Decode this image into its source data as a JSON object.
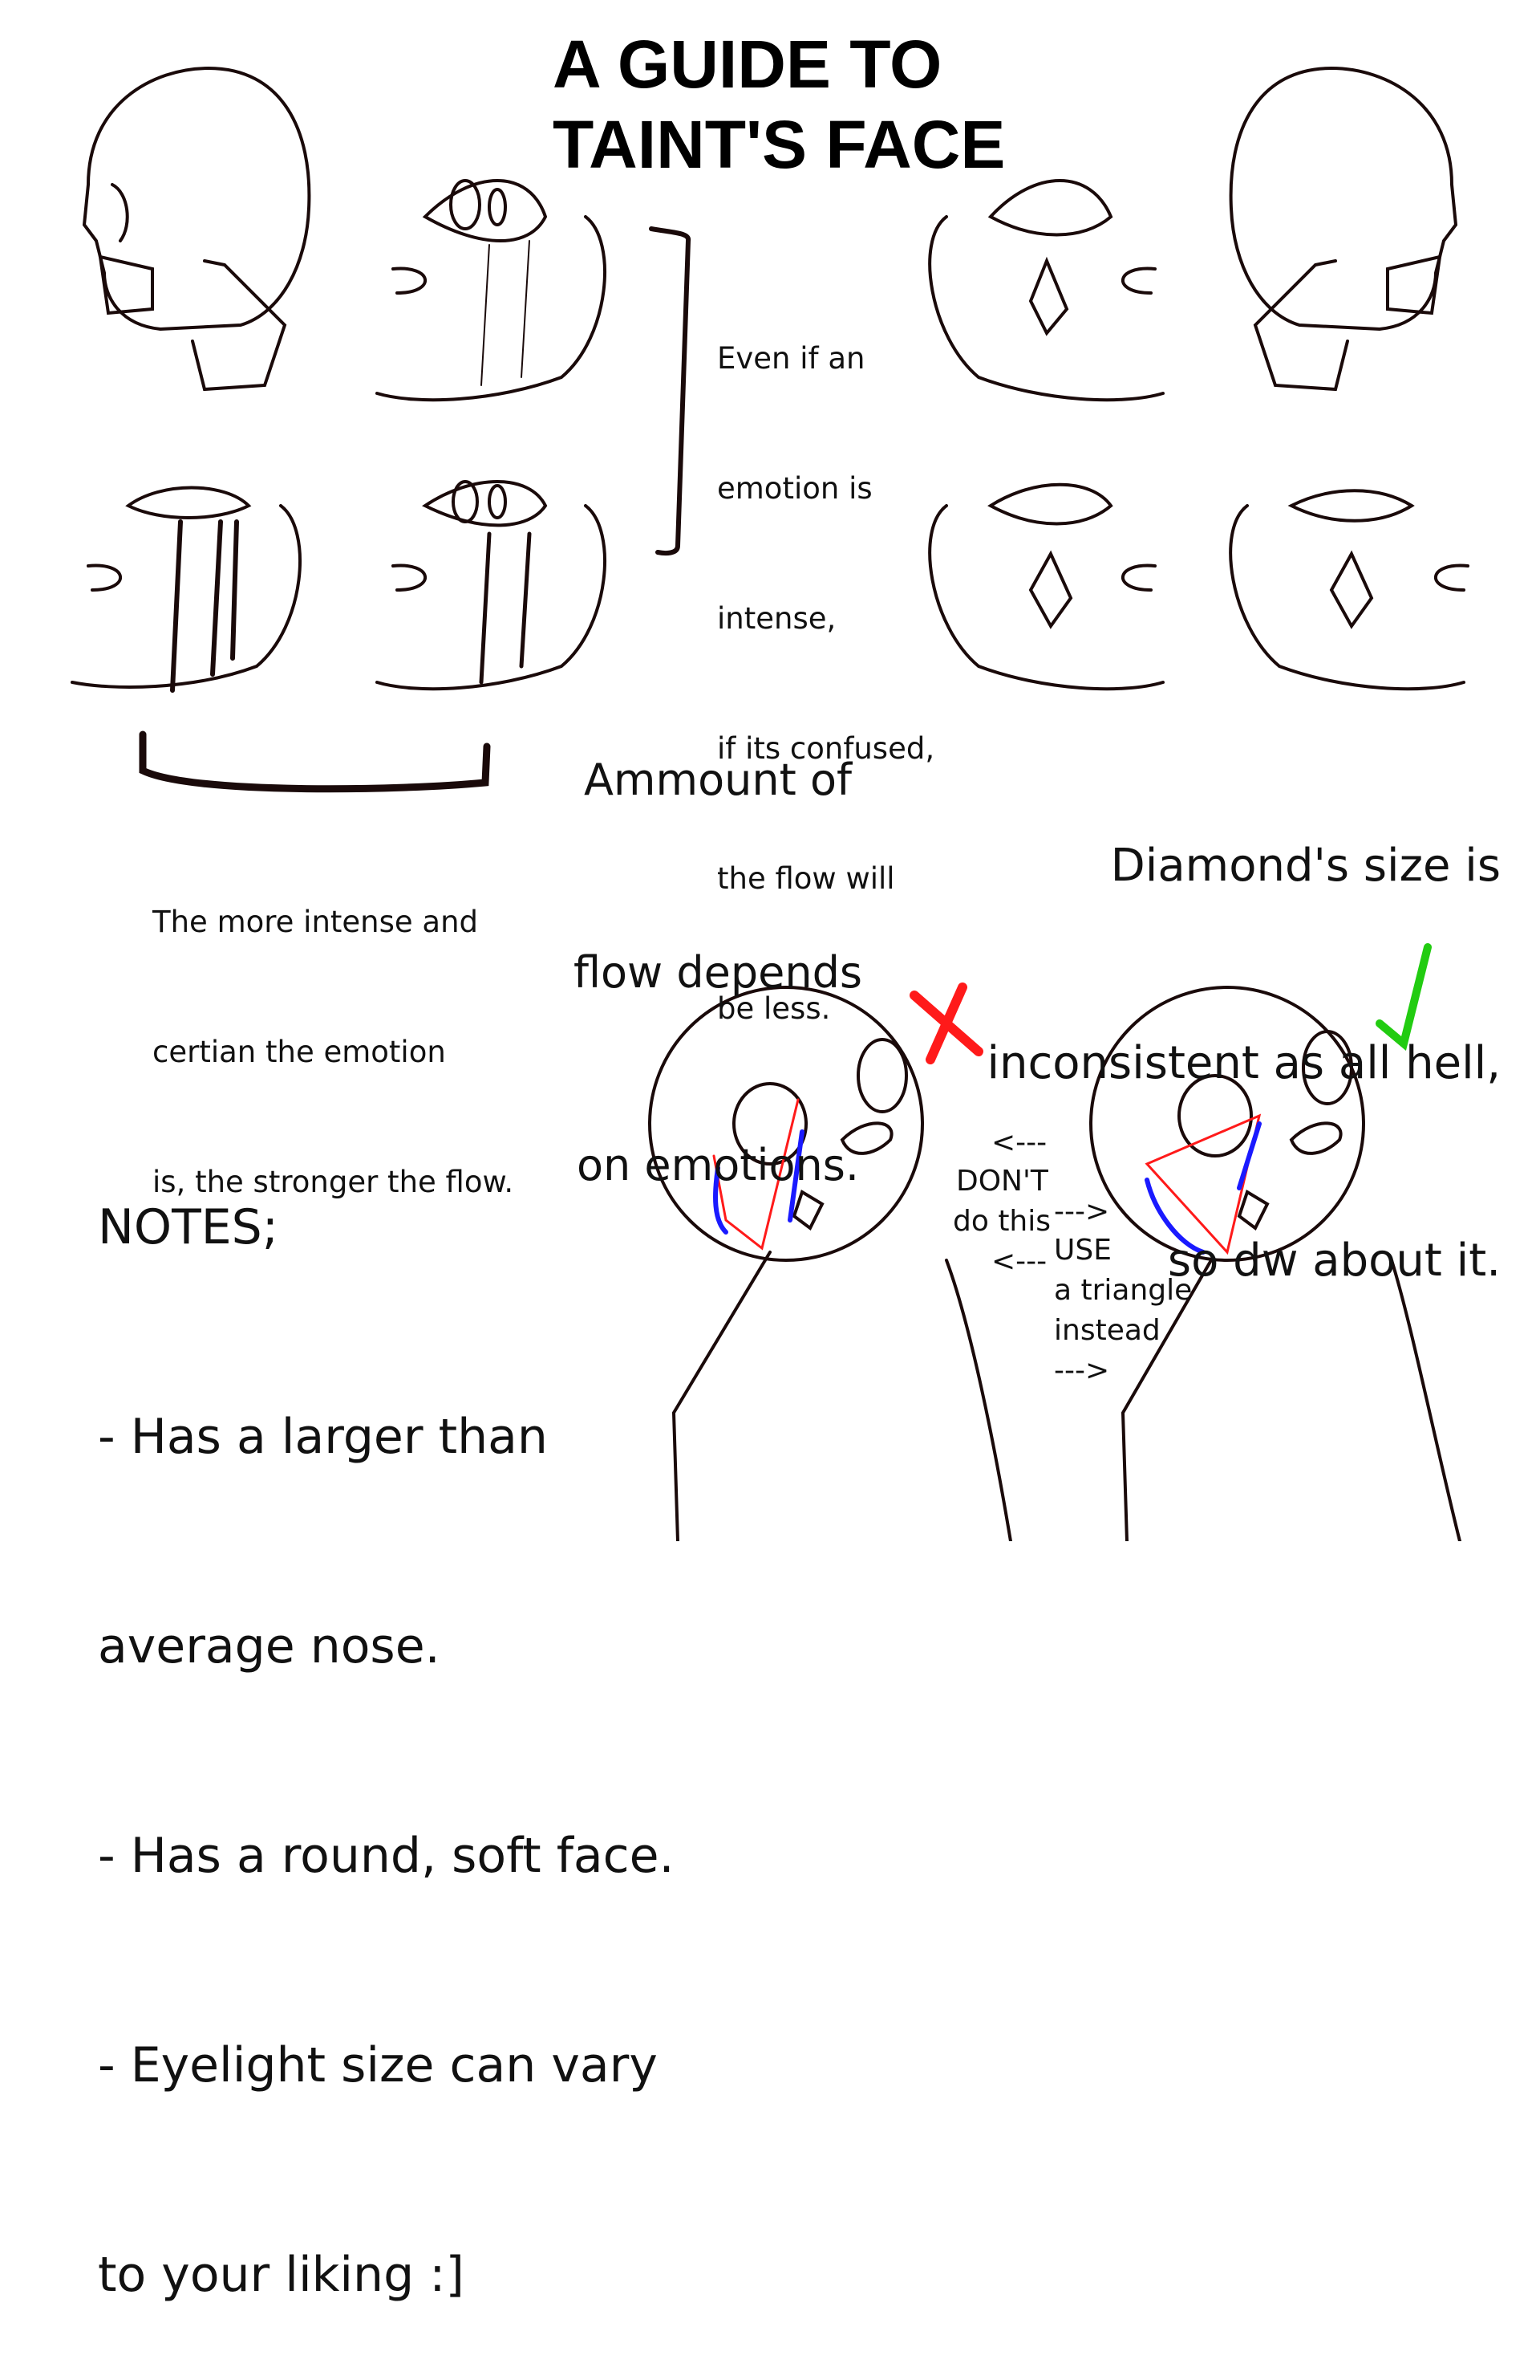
{
  "title": {
    "line1": "A GUIDE TO",
    "line2": "TAINT'S FACE"
  },
  "bracket_note": [
    "Even if an",
    "emotion is",
    "intense,",
    "if its confused,",
    "the flow will",
    "be less."
  ],
  "flow_note": [
    "Ammount of",
    "flow depends",
    "on emotions."
  ],
  "intensity_note": [
    "The more intense and",
    "certian the emotion",
    "is, the stronger the flow."
  ],
  "diamond_note": [
    "Diamond's size is",
    "inconsistent as all hell,",
    "so dw about it."
  ],
  "notes": [
    "NOTES;",
    "- Has a larger than",
    "average nose.",
    "- Has a round, soft face.",
    "- Eyelight size can vary",
    "to your liking :]"
  ],
  "comparison": {
    "arrow_left_1": "<---",
    "dont": "DON'T",
    "do_this": "do this",
    "arrow_right_1": "--->",
    "arrow_left_2": "<---",
    "use": "USE",
    "a_triangle": "a triangle",
    "instead": "instead",
    "arrow_right_2": "--->"
  },
  "colors": {
    "ink": "#1a0a0a",
    "wrong": "#ff1a1a",
    "right": "#22cc11",
    "guide": "#1a1aff"
  }
}
